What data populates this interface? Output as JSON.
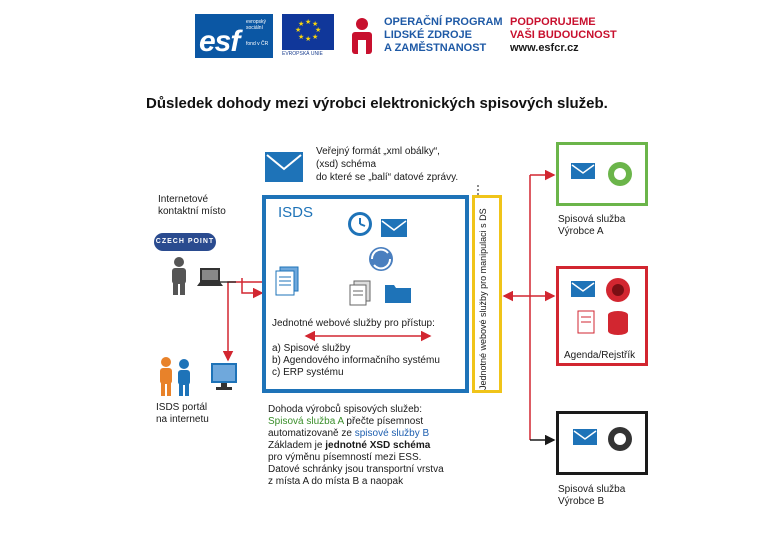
{
  "header": {
    "esf": {
      "word": "esf",
      "small_text": "evropský\nsociální",
      "fond": "fond v ČR"
    },
    "eu_text": "EVROPSKÁ UNIE",
    "op_text": "OPERAČNÍ PROGRAM\nLIDSKÉ ZDROJE\nA ZAMĚSTNANOST",
    "podporujeme": "PODPORUJEME\nVAŠI BUDOUCNOST",
    "url": "www.esfcr.cz"
  },
  "title": "Důsledek dohody mezi výrobci elektronických spisových služeb.",
  "format_note": {
    "line1": "Veřejný formát „xml obálky“,",
    "line2": "(xsd) schéma",
    "line3": "do které se „balí“ datové zprávy."
  },
  "internet_point": {
    "line1": "Internetové",
    "line2": "kontaktní místo",
    "badge": "CZECH POINT"
  },
  "isds_label": "ISDS",
  "vertical_label": "Jednotné webové služby pro manipulaci s DS",
  "services": {
    "heading": "Jednotné webové služby pro přístup:",
    "a": "a) Spisové služby",
    "b": "b) Agendového informačního systému",
    "c": "c) ERP systému"
  },
  "portal": {
    "line1": "ISDS portál",
    "line2": "na internetu"
  },
  "agreement": {
    "line1": "Dohoda výrobců spisových služeb:",
    "line2_a": "Spisová služba A",
    "line2_b": " přečte písemnost",
    "line3_a": "automatizovaně ze ",
    "line3_b": "spisové služby B",
    "line4_a": "Základem je ",
    "line4_b": "jednotné XSD schéma",
    "line5": "pro výměnu písemností mezi ESS.",
    "line6": "Datové schránky jsou transportní vrstva",
    "line7": "z místa A do místa B a naopak"
  },
  "right": {
    "a_line1": "Spisová služba",
    "a_line2": "Výrobce A",
    "agenda": "Agenda/Rejstřík",
    "b_line1": "Spisová služba",
    "b_line2": "Výrobce B"
  },
  "colors": {
    "isds_blue": "#1e73b8",
    "yellow": "#f0c419",
    "green": "#6bb54a",
    "red": "#d22630",
    "black": "#1a1a1a",
    "arrow_red": "#d22630"
  }
}
